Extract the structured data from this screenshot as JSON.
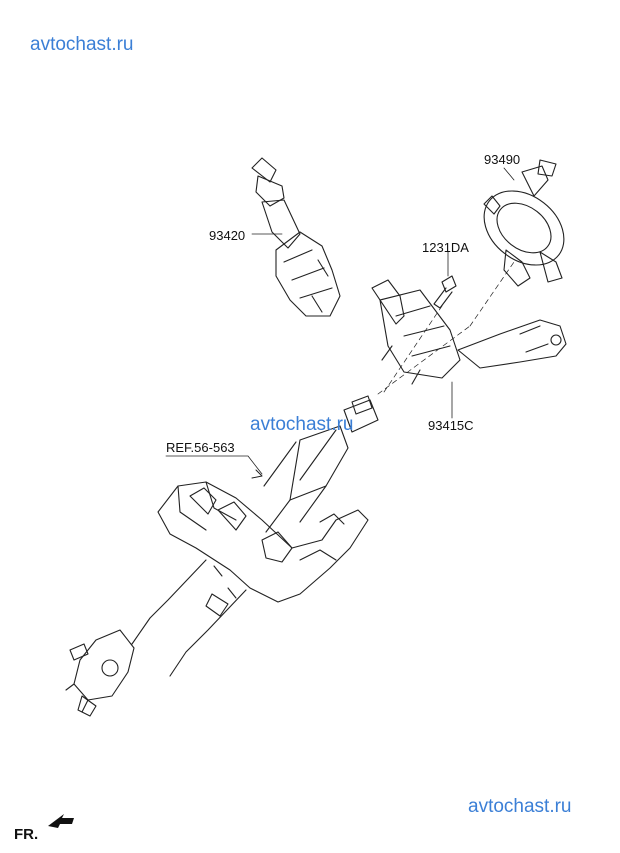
{
  "watermarks": {
    "top_left": "avtochast.ru",
    "center": "avtochast.ru",
    "bottom_right": "avtochast.ru"
  },
  "part_labels": {
    "wiper_switch": "93420",
    "clock_spring": "93490",
    "bolt": "1231DA",
    "multifunction_switch": "93415C",
    "column_ref": "REF.56-563"
  },
  "direction": {
    "label": "FR."
  },
  "colors": {
    "watermark": "#3b7fd6",
    "line": "#222222",
    "background": "#ffffff"
  }
}
